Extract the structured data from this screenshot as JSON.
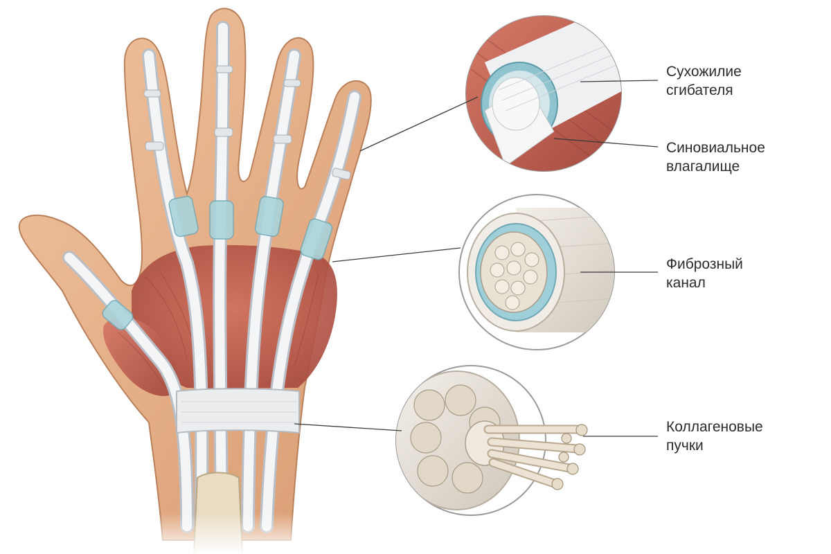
{
  "labels": {
    "flexor_tendon": {
      "line1": "Сухожилие",
      "line2": "сгибателя"
    },
    "synovial_sheath": {
      "line1": "Синовиальное",
      "line2": "влагалище"
    },
    "fibrous_canal": {
      "line1": "Фиброзный",
      "line2": "канал"
    },
    "collagen_bundles": {
      "line1": "Коллагеновые",
      "line2": "пучки"
    }
  },
  "colors": {
    "skin": "#e7b48d",
    "skin_dark": "#c98b63",
    "muscle": "#c8685a",
    "tendon": "#eef0f2",
    "synovial": "#9fcfd8",
    "fiber": "#e9e3da",
    "leader_line": "#3a3a3a"
  }
}
